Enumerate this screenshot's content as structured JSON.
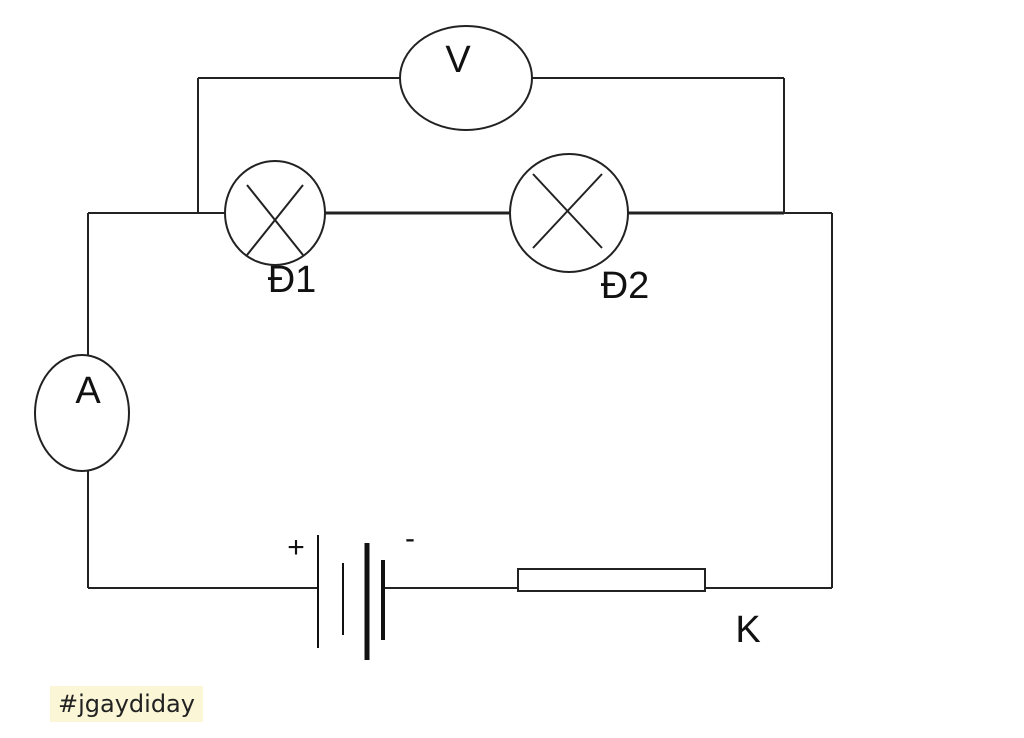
{
  "labels": {
    "voltmeter": "V",
    "ammeter": "A",
    "lamp1": "Đ1",
    "lamp2": "Đ2",
    "switch": "K",
    "battery_positive": "+",
    "battery_negative": "-"
  },
  "watermark": "#jgaydiday"
}
